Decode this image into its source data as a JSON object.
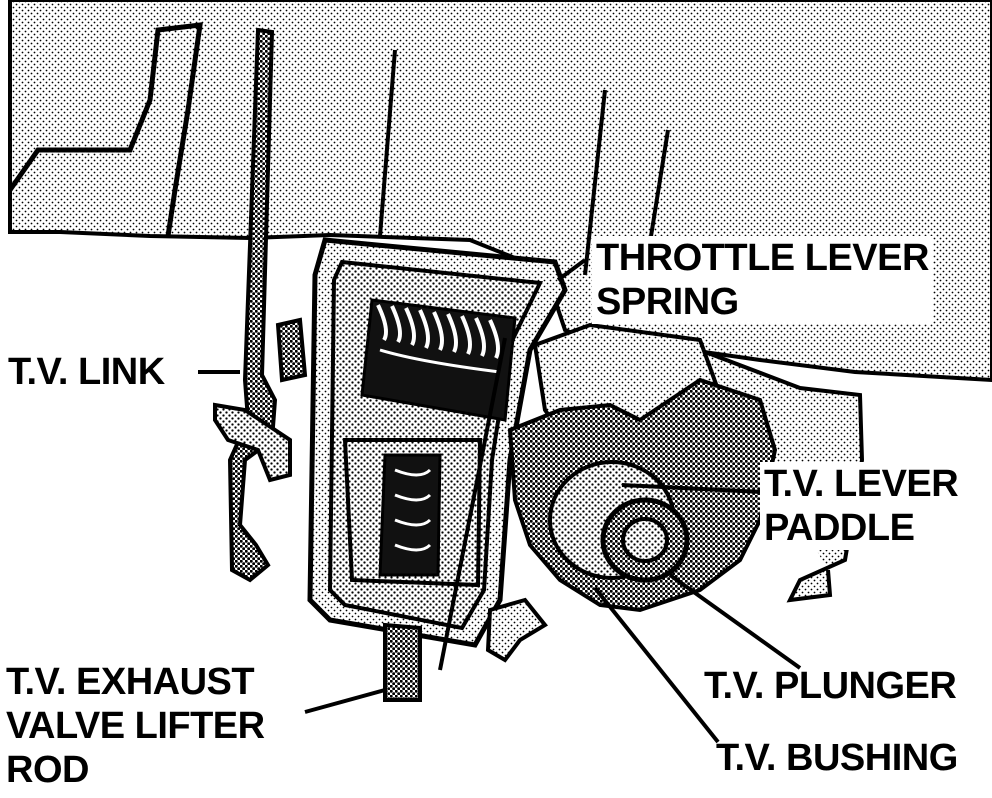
{
  "labels": {
    "throttle_lever_spring": [
      "THROTTLE LEVER",
      "SPRING"
    ],
    "tv_link": "T.V. LINK",
    "tv_lever_paddle": [
      "T.V. LEVER",
      "PADDLE"
    ],
    "tv_exhaust_valve_lifter_rod": [
      "T.V. EXHAUST",
      "VALVE LIFTER",
      "ROD"
    ],
    "tv_plunger": "T.V. PLUNGER",
    "tv_bushing": "T.V. BUSHING"
  },
  "colors": {
    "ink": "#000000",
    "paper": "#ffffff",
    "stipple": "#9a9a9a"
  },
  "icons": [
    "transmission-housing-illustration",
    "throttle-lever-spring-icon",
    "tv-link-rod-icon",
    "tv-plunger-icon"
  ]
}
